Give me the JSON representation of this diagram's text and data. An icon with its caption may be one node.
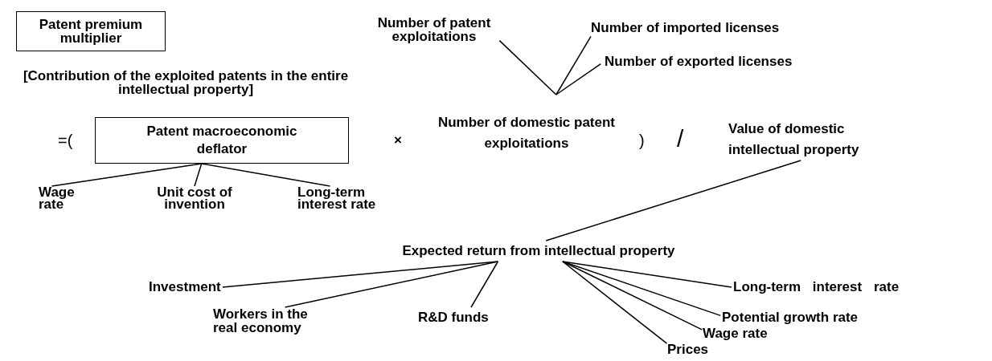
{
  "diagram": {
    "nodes": [
      {
        "text": [
          "Patent premium multiplier"
        ]
      },
      {
        "text": [
          "[Contribution of the exploited patents in the entire intellectual property]"
        ]
      },
      {
        "text": [
          "Patent macroeconomic deflator"
        ]
      },
      {
        "text": [
          "Number of patent exploitations"
        ]
      },
      {
        "text": [
          "Number of imported licenses"
        ]
      },
      {
        "text": [
          "Number of exported licenses"
        ]
      },
      {
        "text": [
          "Number of domestic patent exploitations"
        ]
      },
      {
        "text": [
          "Value of domestic intellectual property"
        ]
      },
      {
        "text": [
          "Wage rate"
        ]
      },
      {
        "text": [
          "Unit cost of invention"
        ]
      },
      {
        "text": [
          "Long-term interest rate"
        ]
      },
      {
        "text": [
          "Expected return from intellectual property"
        ]
      },
      {
        "text": [
          "Investment"
        ]
      },
      {
        "text": [
          "Workers in the real economy"
        ]
      },
      {
        "text": [
          "R&D funds"
        ]
      },
      {
        "text": [
          "Long-term interest rate"
        ]
      },
      {
        "text": [
          "Potential growth rate"
        ]
      },
      {
        "text": [
          "Wage rate"
        ]
      },
      {
        "text": [
          "Prices"
        ]
      }
    ],
    "edges": [
      {
        "from": 3,
        "to": 6,
        "arrow": "none"
      },
      {
        "from": 4,
        "to": 6,
        "arrow": "none"
      },
      {
        "from": 5,
        "to": 6,
        "arrow": "none"
      },
      {
        "from": 2,
        "to": 8,
        "arrow": "none"
      },
      {
        "from": 2,
        "to": 9,
        "arrow": "none"
      },
      {
        "from": 2,
        "to": 10,
        "arrow": "none"
      },
      {
        "from": 7,
        "to": 11,
        "arrow": "none"
      },
      {
        "from": 11,
        "to": 12,
        "arrow": "none"
      },
      {
        "from": 11,
        "to": 13,
        "arrow": "none"
      },
      {
        "from": 11,
        "to": 14,
        "arrow": "none"
      },
      {
        "from": 11,
        "to": 15,
        "arrow": "none"
      },
      {
        "from": 11,
        "to": 16,
        "arrow": "none"
      },
      {
        "from": 11,
        "to": 17,
        "arrow": "none"
      },
      {
        "from": 11,
        "to": 18,
        "arrow": "none"
      }
    ],
    "labels": [
      "=(",
      "×",
      ")",
      "/"
    ]
  }
}
